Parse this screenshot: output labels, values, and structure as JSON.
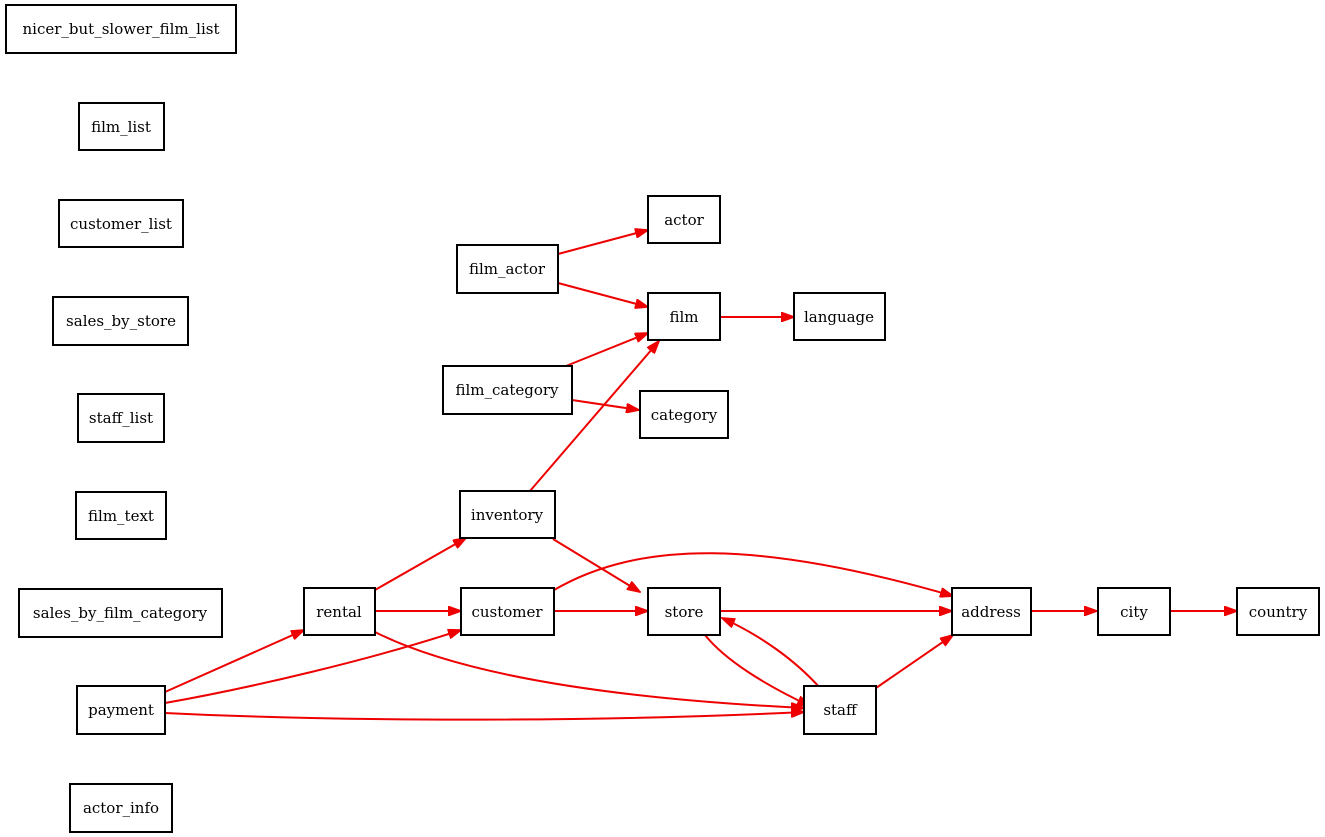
{
  "colors": {
    "edge": "#ee0000",
    "node_border": "#000000",
    "background": "#ffffff"
  },
  "nodes": {
    "nicer_but_slower_film_list": "nicer_but_slower_film_list",
    "film_list": "film_list",
    "customer_list": "customer_list",
    "sales_by_store": "sales_by_store",
    "staff_list": "staff_list",
    "film_text": "film_text",
    "sales_by_film_category": "sales_by_film_category",
    "payment": "payment",
    "actor_info": "actor_info",
    "rental": "rental",
    "film_actor": "film_actor",
    "film_category": "film_category",
    "inventory": "inventory",
    "customer": "customer",
    "actor": "actor",
    "film": "film",
    "category": "category",
    "store": "store",
    "staff": "staff",
    "language": "language",
    "address": "address",
    "city": "city",
    "country": "country"
  },
  "edges": [
    {
      "from": "film_actor",
      "to": "actor"
    },
    {
      "from": "film_actor",
      "to": "film"
    },
    {
      "from": "film",
      "to": "language"
    },
    {
      "from": "film_category",
      "to": "film"
    },
    {
      "from": "film_category",
      "to": "category"
    },
    {
      "from": "inventory",
      "to": "film"
    },
    {
      "from": "inventory",
      "to": "store"
    },
    {
      "from": "rental",
      "to": "inventory"
    },
    {
      "from": "rental",
      "to": "customer"
    },
    {
      "from": "rental",
      "to": "staff"
    },
    {
      "from": "customer",
      "to": "store"
    },
    {
      "from": "customer",
      "to": "address"
    },
    {
      "from": "store",
      "to": "address"
    },
    {
      "from": "store",
      "to": "staff"
    },
    {
      "from": "staff",
      "to": "store"
    },
    {
      "from": "staff",
      "to": "address"
    },
    {
      "from": "address",
      "to": "city"
    },
    {
      "from": "city",
      "to": "country"
    },
    {
      "from": "payment",
      "to": "rental"
    },
    {
      "from": "payment",
      "to": "customer"
    },
    {
      "from": "payment",
      "to": "staff"
    }
  ]
}
